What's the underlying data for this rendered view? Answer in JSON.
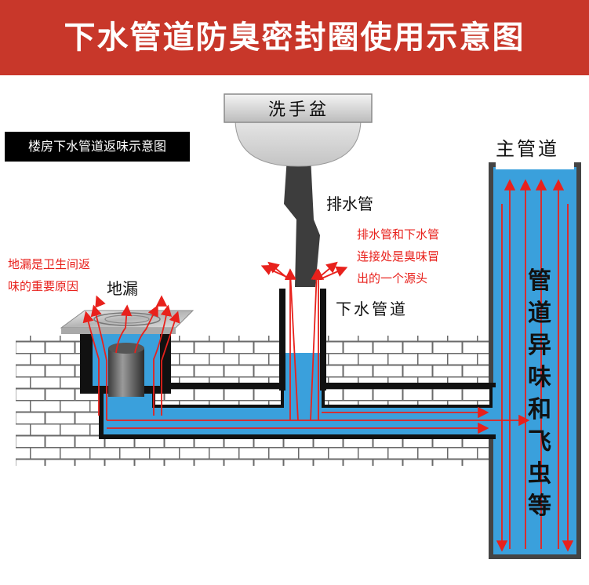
{
  "banner": {
    "title": "下水管道防臭密封圈使用示意图",
    "color": "#c8372a"
  },
  "subtitle": "楼房下水管道返味示意图",
  "labels": {
    "basin": "洗手盆",
    "drain_pipe": "排水管",
    "main_pipe": "主管道",
    "floor_drain": "地漏",
    "sewer_pipe": "下水管道"
  },
  "notes": {
    "floor_drain": [
      "地漏是卫生间返",
      "味的重要原因"
    ],
    "joint": [
      "排水管和下水管",
      "连接处是臭味冒",
      "出的一个源头"
    ]
  },
  "main_pipe_vertical_text": [
    "管",
    "道",
    "异",
    "味",
    "和",
    "飞",
    "虫",
    "等"
  ],
  "colors": {
    "water": "#3aa0dc",
    "arrow": "#e8211c",
    "wall": "#555555",
    "pipe_outline": "#111111",
    "brick_fill": "#ffffff",
    "brick_line": "#6a6a6a"
  }
}
